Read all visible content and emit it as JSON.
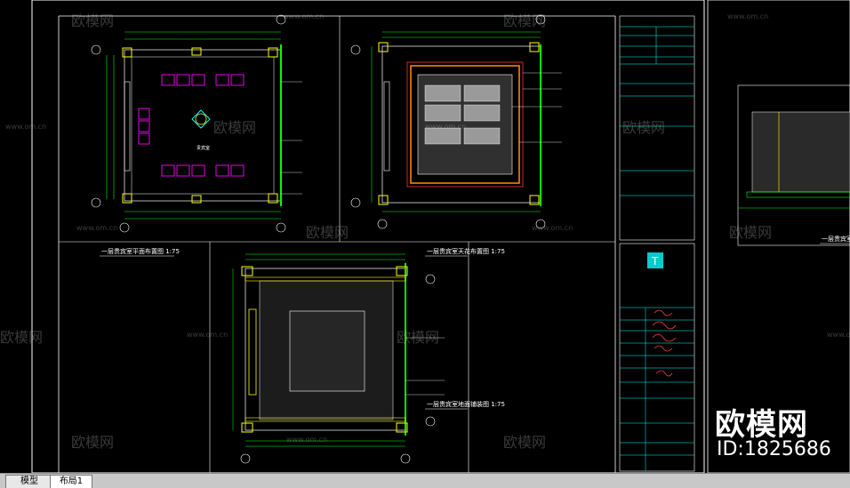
{
  "tabs": {
    "model": "模型",
    "layout1": "布局1"
  },
  "drawing_titles": {
    "plan_furniture": "一层贵宾室平面布置图 1:75",
    "ceiling": "一层贵宾室天花布置图 1:75",
    "floor": "一层贵宾室地面铺装图 1:75",
    "elevation": "一层贵宾室立面图"
  },
  "room_label": "贵宾室",
  "watermark": {
    "brand": "欧模网",
    "url": "www.om.cn",
    "id": "ID:1825686"
  },
  "colors": {
    "background": "#000000",
    "frame": "#ffffff",
    "cyan": "#00ffff",
    "green": "#00ff00",
    "yellow": "#ffff00",
    "magenta": "#ff00ff",
    "red": "#ff3030",
    "orange": "#ff8000"
  }
}
